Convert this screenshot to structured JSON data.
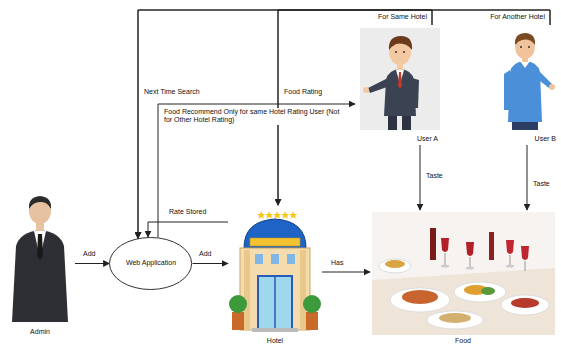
{
  "diagram": {
    "nodes": [
      {
        "text": [
          "User A"
        ]
      },
      {
        "text": [
          "User B"
        ]
      },
      {
        "text": [
          "Admin"
        ]
      },
      {
        "text": [
          "Web Application"
        ]
      },
      {
        "text": [
          "Hotel"
        ]
      },
      {
        "text": [
          "Food"
        ]
      }
    ],
    "edges": [
      {
        "from": 2,
        "to": 3,
        "label": "Add",
        "arrow": "to"
      },
      {
        "from": 3,
        "to": 4,
        "label": "Add",
        "arrow": "to"
      },
      {
        "from": 4,
        "to": 3,
        "label": "Rate Stored",
        "arrow": "to"
      },
      {
        "from": 3,
        "to": 0,
        "label": "Food Recommend Only for same Hotel Rating User (Not for Other Hotel Rating)",
        "arrow": "to"
      },
      {
        "from": 4,
        "to": 5,
        "label": "Has",
        "arrow": "to"
      },
      {
        "from": 0,
        "to": 5,
        "label": "Taste",
        "arrow": "to"
      },
      {
        "from": 1,
        "to": 5,
        "label": "Taste",
        "arrow": "to"
      },
      {
        "from": 0,
        "to": 3,
        "label": "Next Time Search",
        "arrow": "to"
      },
      {
        "from": 1,
        "to": 3,
        "arrow": "to"
      },
      {
        "from": 0,
        "to": 4,
        "label": "Food Rating",
        "arrow": "to"
      },
      {
        "from": 1,
        "to": 4,
        "arrow": "to"
      }
    ],
    "labels": [
      "For Same Hotel",
      "For Another Hotel"
    ]
  }
}
